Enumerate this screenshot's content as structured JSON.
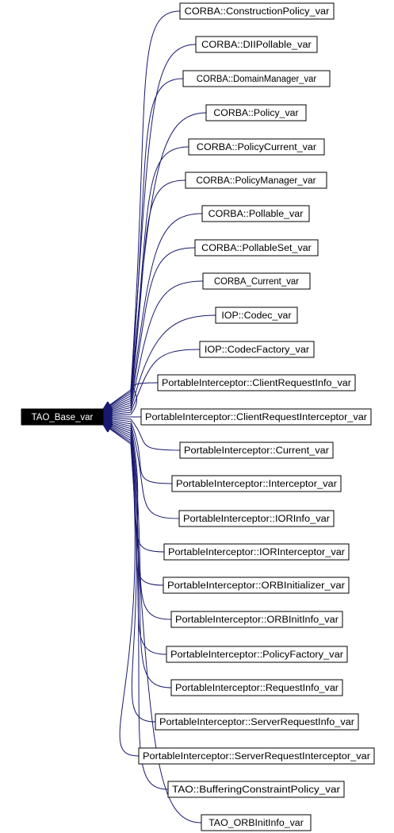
{
  "diagram": {
    "root": {
      "label": "TAO_Base_var"
    },
    "nodes": [
      {
        "label": "CORBA::ConstructionPolicy_var"
      },
      {
        "label": "CORBA::DIIPollable_var"
      },
      {
        "label": "CORBA::DomainManager_var"
      },
      {
        "label": "CORBA::Policy_var"
      },
      {
        "label": "CORBA::PolicyCurrent_var"
      },
      {
        "label": "CORBA::PolicyManager_var"
      },
      {
        "label": "CORBA::Pollable_var"
      },
      {
        "label": "CORBA::PollableSet_var"
      },
      {
        "label": "CORBA_Current_var"
      },
      {
        "label": "IOP::Codec_var"
      },
      {
        "label": "IOP::CodecFactory_var"
      },
      {
        "label": "PortableInterceptor::ClientRequestInfo_var"
      },
      {
        "label": "PortableInterceptor::ClientRequestInterceptor_var"
      },
      {
        "label": "PortableInterceptor::Current_var"
      },
      {
        "label": "PortableInterceptor::Interceptor_var"
      },
      {
        "label": "PortableInterceptor::IORInfo_var"
      },
      {
        "label": "PortableInterceptor::IORInterceptor_var"
      },
      {
        "label": "PortableInterceptor::ORBInitializer_var"
      },
      {
        "label": "PortableInterceptor::ORBInitInfo_var"
      },
      {
        "label": "PortableInterceptor::PolicyFactory_var"
      },
      {
        "label": "PortableInterceptor::RequestInfo_var"
      },
      {
        "label": "PortableInterceptor::ServerRequestInfo_var"
      },
      {
        "label": "PortableInterceptor::ServerRequestInterceptor_var"
      },
      {
        "label": "TAO::BufferingConstraintPolicy_var"
      },
      {
        "label": "TAO_ORBInitInfo_var"
      }
    ],
    "colors": {
      "edge": "#191970",
      "node_border": "#000000",
      "root_fill": "#000000",
      "root_text": "#ffffff",
      "node_fill": "#ffffff"
    }
  }
}
